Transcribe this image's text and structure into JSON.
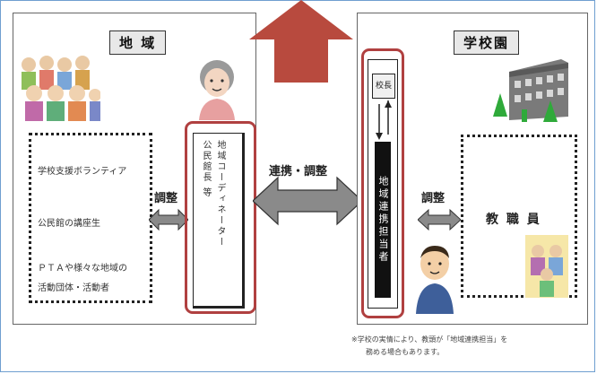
{
  "left_panel": {
    "title": "地 域",
    "members": [
      "学校支援ボランティア",
      "公民館の講座生",
      "ＰＴＡや様々な地域の",
      "活動団体・活動者"
    ],
    "adjust_label": "調整"
  },
  "coordinator": {
    "role": "地域コーディネーター",
    "alt_role": "公民館長 等"
  },
  "center": {
    "link_label": "連携・調整"
  },
  "right_panel": {
    "title": "学校園",
    "head_label": "校長",
    "column_label": "地域連携担当者",
    "adjust_label": "調整",
    "staff_label": "教 職 員"
  },
  "note": {
    "line1": "※学校の実情により、教頭が「地域連携担当」を",
    "line2": "務める場合もあります。"
  },
  "colors": {
    "up_arrow": "#b84a3e",
    "highlight": "#b04040",
    "double_arrow": "#8a8a8a",
    "frame": "#6f9fd0"
  }
}
